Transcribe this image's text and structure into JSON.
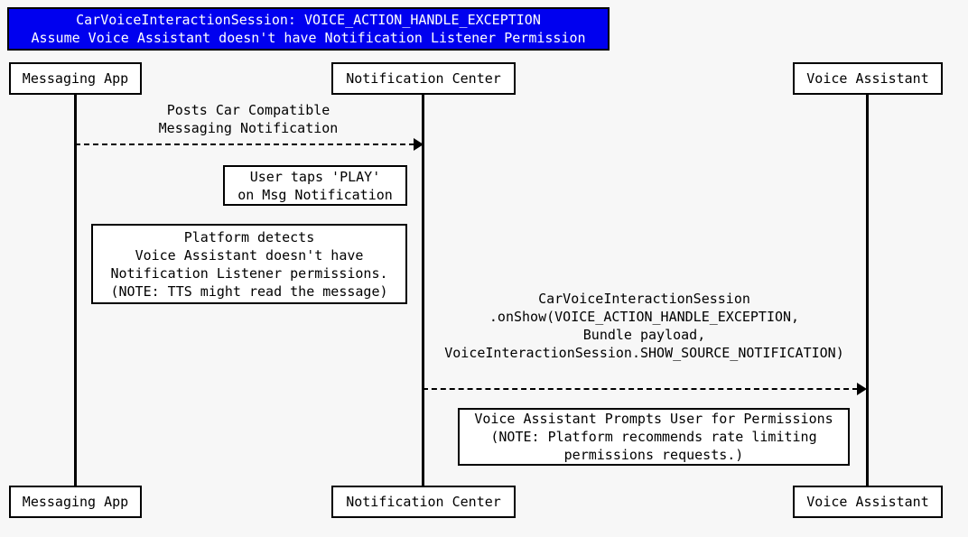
{
  "diagram": {
    "type": "uml-sequence-diagram",
    "background_color": "#f7f7f7",
    "title": {
      "background_color": "#0000ef",
      "text_color": "#ffffff",
      "line1": "CarVoiceInteractionSession: VOICE_ACTION_HANDLE_EXCEPTION",
      "line2": "Assume Voice Assistant doesn't have Notification Listener Permission"
    },
    "participants": [
      {
        "id": "messaging-app",
        "label": "Messaging App"
      },
      {
        "id": "notification-center",
        "label": "Notification Center"
      },
      {
        "id": "voice-assistant",
        "label": "Voice Assistant"
      }
    ],
    "messages": [
      {
        "id": "post-notification",
        "from": "messaging-app",
        "to": "notification-center",
        "style": "dashed",
        "label_line1": "Posts Car Compatible",
        "label_line2": "Messaging Notification"
      },
      {
        "id": "on-show-call",
        "from": "notification-center",
        "to": "voice-assistant",
        "style": "dashed",
        "label_line1": "CarVoiceInteractionSession",
        "label_line2": ".onShow(VOICE_ACTION_HANDLE_EXCEPTION,",
        "label_line3": "Bundle payload,",
        "label_line4": "VoiceInteractionSession.SHOW_SOURCE_NOTIFICATION)"
      }
    ],
    "notes": [
      {
        "id": "user-taps-play",
        "line1": "User taps 'PLAY'",
        "line2": "on Msg Notification"
      },
      {
        "id": "platform-detects",
        "line1": "Platform detects",
        "line2": "Voice Assistant doesn't have",
        "line3": "Notification Listener permissions.",
        "line4": "(NOTE: TTS might read the message)"
      },
      {
        "id": "prompts-user",
        "line1": "Voice Assistant Prompts User for Permissions",
        "line2": "(NOTE: Platform recommends rate limiting",
        "line3": "permissions requests.)"
      }
    ]
  }
}
